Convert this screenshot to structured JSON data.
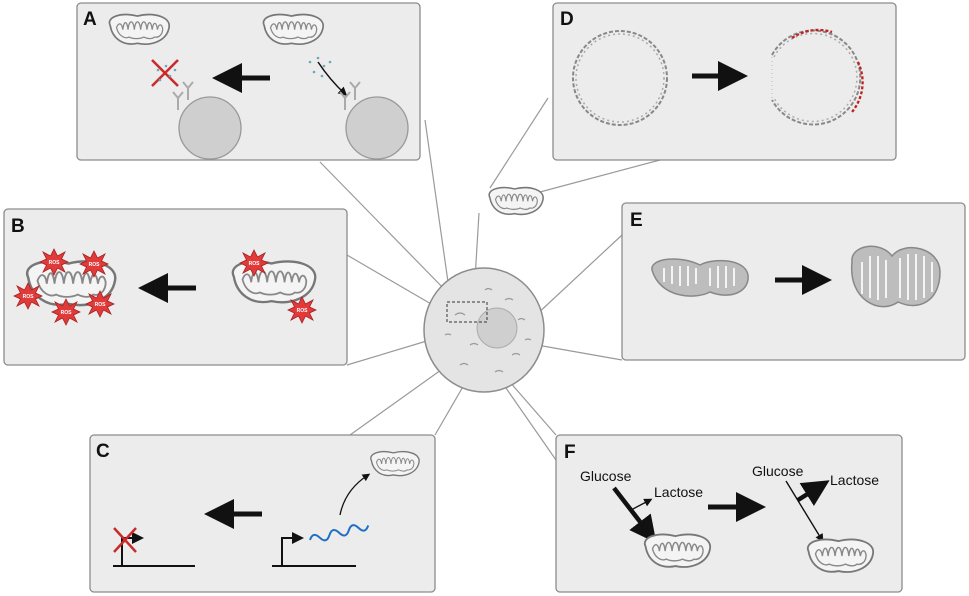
{
  "panels": {
    "a": {
      "label": "A"
    },
    "b": {
      "label": "B",
      "ros_tag": "ROS"
    },
    "c": {
      "label": "C"
    },
    "d": {
      "label": "D"
    },
    "e": {
      "label": "E"
    },
    "f": {
      "label": "F",
      "glucose": "Glucose",
      "lactose": "Lactose"
    }
  },
  "colors": {
    "panel_fill": "#ececec",
    "panel_stroke": "#8c8c8c",
    "connector": "#9a9a9a",
    "ros_red": "#e03a3a",
    "dna_red": "#c02020",
    "mrna_blue": "#1f6fc4",
    "arrow": "#111111",
    "cell_fill": "#e4e4e4",
    "nucleus_fill": "#cfcfcf"
  },
  "icons": [
    "mitochondrion-icon",
    "cell-icon",
    "receptor-icon",
    "ros-burst-icon",
    "mtdna-ring-icon",
    "promoter-arrow-icon",
    "mrna-wave-icon",
    "block-cross-icon"
  ]
}
